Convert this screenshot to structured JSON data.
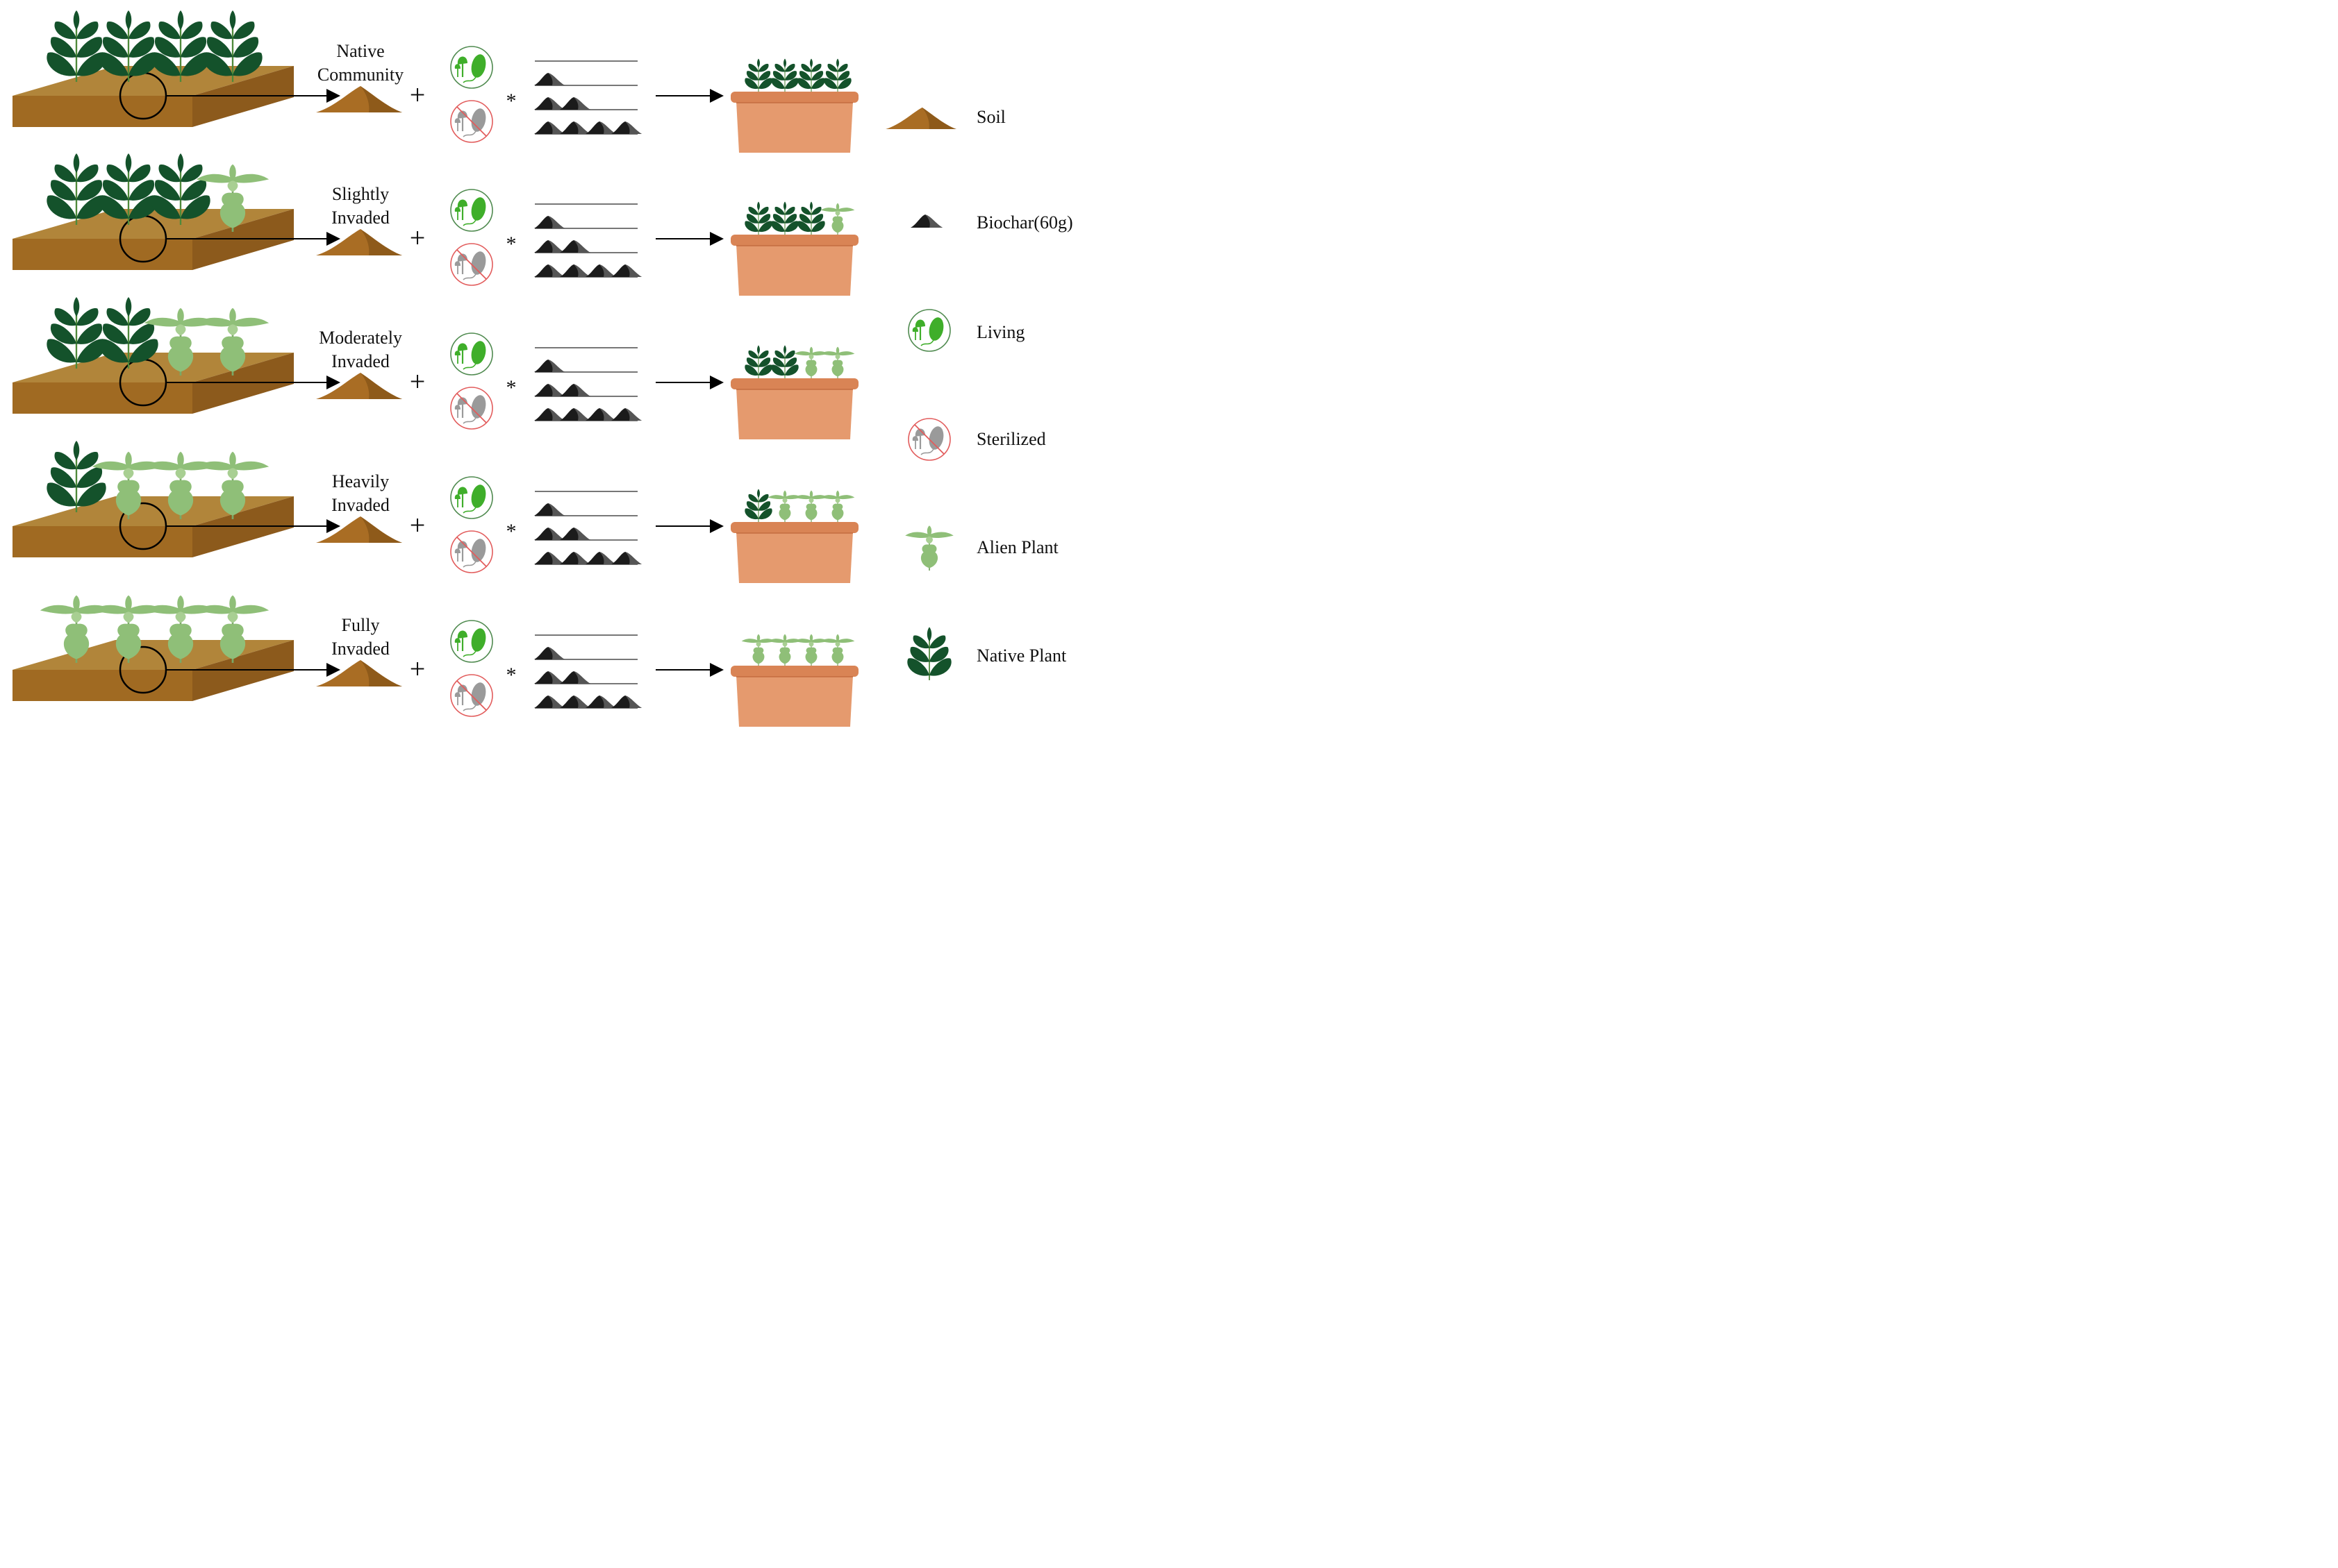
{
  "rows": [
    {
      "label": [
        "Native",
        "Community"
      ],
      "native_plants": 4,
      "alien_plants": 0,
      "pot_native": 4,
      "pot_alien": 0
    },
    {
      "label": [
        "Slightly",
        "Invaded"
      ],
      "native_plants": 3,
      "alien_plants": 1,
      "pot_native": 3,
      "pot_alien": 1
    },
    {
      "label": [
        "Moderately",
        "Invaded"
      ],
      "native_plants": 2,
      "alien_plants": 2,
      "pot_native": 2,
      "pot_alien": 2
    },
    {
      "label": [
        "Heavily",
        "Invaded"
      ],
      "native_plants": 1,
      "alien_plants": 3,
      "pot_native": 1,
      "pot_alien": 3
    },
    {
      "label": [
        "Fully",
        "Invaded"
      ],
      "native_plants": 0,
      "alien_plants": 4,
      "pot_native": 0,
      "pot_alien": 4
    }
  ],
  "operators": {
    "plus": "+",
    "times": "*"
  },
  "biochar_levels": [
    1,
    2,
    4
  ],
  "legend": [
    {
      "icon": "soil-icon",
      "label": "Soil"
    },
    {
      "icon": "biochar-icon",
      "label": "Biochar(60g)"
    },
    {
      "icon": "living-icon",
      "label": "Living"
    },
    {
      "icon": "sterilized-icon",
      "label": "Sterilized"
    },
    {
      "icon": "alien-plant-icon",
      "label": "Alien Plant"
    },
    {
      "icon": "native-plant-icon",
      "label": "Native Plant"
    }
  ],
  "colors": {
    "soil_top": "#b1853a",
    "soil_front": "#a06a22",
    "soil_side": "#8c5a1c",
    "native_leaf": "#14522b",
    "alien_leaf": "#8fbf78",
    "pot": "#e59a6e",
    "pot_rim": "#d98455",
    "living": "#3fae2a",
    "sterile": "#e25c5c",
    "biochar": "#1b1b1b"
  }
}
